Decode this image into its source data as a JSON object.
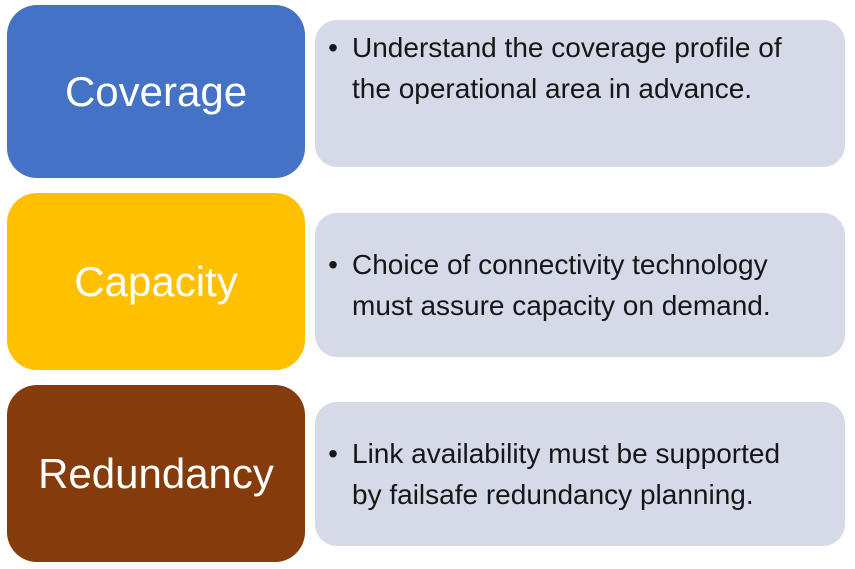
{
  "diagram": {
    "type": "smartart-list",
    "rows": [
      {
        "title": "Coverage",
        "box_color": "#4472C4",
        "bullet": "•",
        "text": "Understand the coverage profile of the operational area in advance."
      },
      {
        "title": "Capacity",
        "box_color": "#FFC000",
        "bullet": "•",
        "text": "Choice of connectivity technology must assure capacity on demand."
      },
      {
        "title": "Redundancy",
        "box_color": "#853C0C",
        "bullet": "•",
        "text": "Link availability must be supported by failsafe redundancy planning."
      }
    ],
    "colors": {
      "description_box": "#D5D9E8",
      "title_text": "#FFFFFF",
      "body_text": "#161616",
      "background": "#FFFFFF"
    }
  }
}
